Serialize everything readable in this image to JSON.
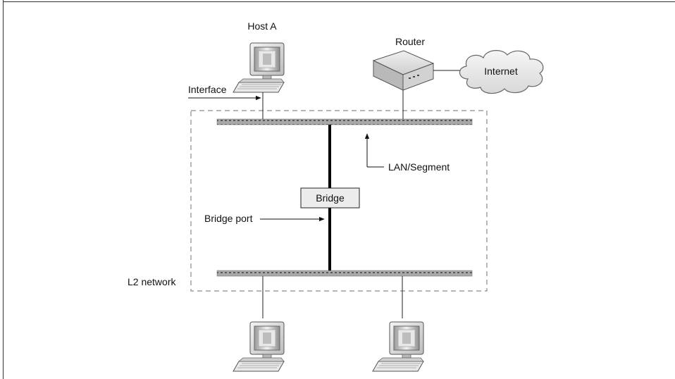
{
  "labels": {
    "host_a": "Host A",
    "router": "Router",
    "internet": "Internet",
    "interface": "Interface",
    "lan_segment": "LAN/Segment",
    "bridge": "Bridge",
    "bridge_port": "Bridge port",
    "l2_network": "L2 network"
  },
  "colors": {
    "segment_bar": "#a8a8a8",
    "segment_dots": "#5a5a5a",
    "bridge_link": "#000000",
    "dashed_boundary": "#8a8a8a",
    "cloud_fill": "#e6e6e6"
  }
}
